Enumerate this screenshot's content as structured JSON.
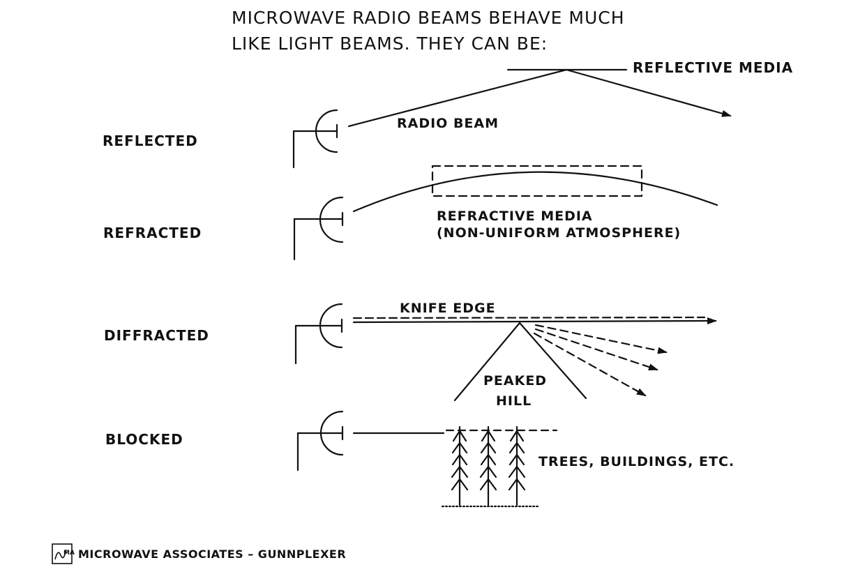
{
  "title_lines": [
    "MICROWAVE  RADIO BEAMS BEHAVE MUCH",
    "LIKE LIGHT BEAMS. THEY CAN BE:"
  ],
  "rows": {
    "reflected": {
      "label": "REFLECTED",
      "media_label": "REFLECTIVE MEDIA",
      "beam_label": "RADIO BEAM"
    },
    "refracted": {
      "label": "REFRACTED",
      "media_label_1": "REFRACTIVE MEDIA",
      "media_label_2": "(NON-UNIFORM ATMOSPHERE)"
    },
    "diffracted": {
      "label": "DIFFRACTED",
      "edge_label": "KNIFE EDGE",
      "hill_label_1": "PEAKED",
      "hill_label_2": "HILL"
    },
    "blocked": {
      "label": "BLOCKED",
      "obstacle_label": "TREES, BUILDINGS, ETC."
    }
  },
  "footer": {
    "logo_text": "MA",
    "text": "MICROWAVE ASSOCIATES  –  GUNNPLEXER"
  }
}
